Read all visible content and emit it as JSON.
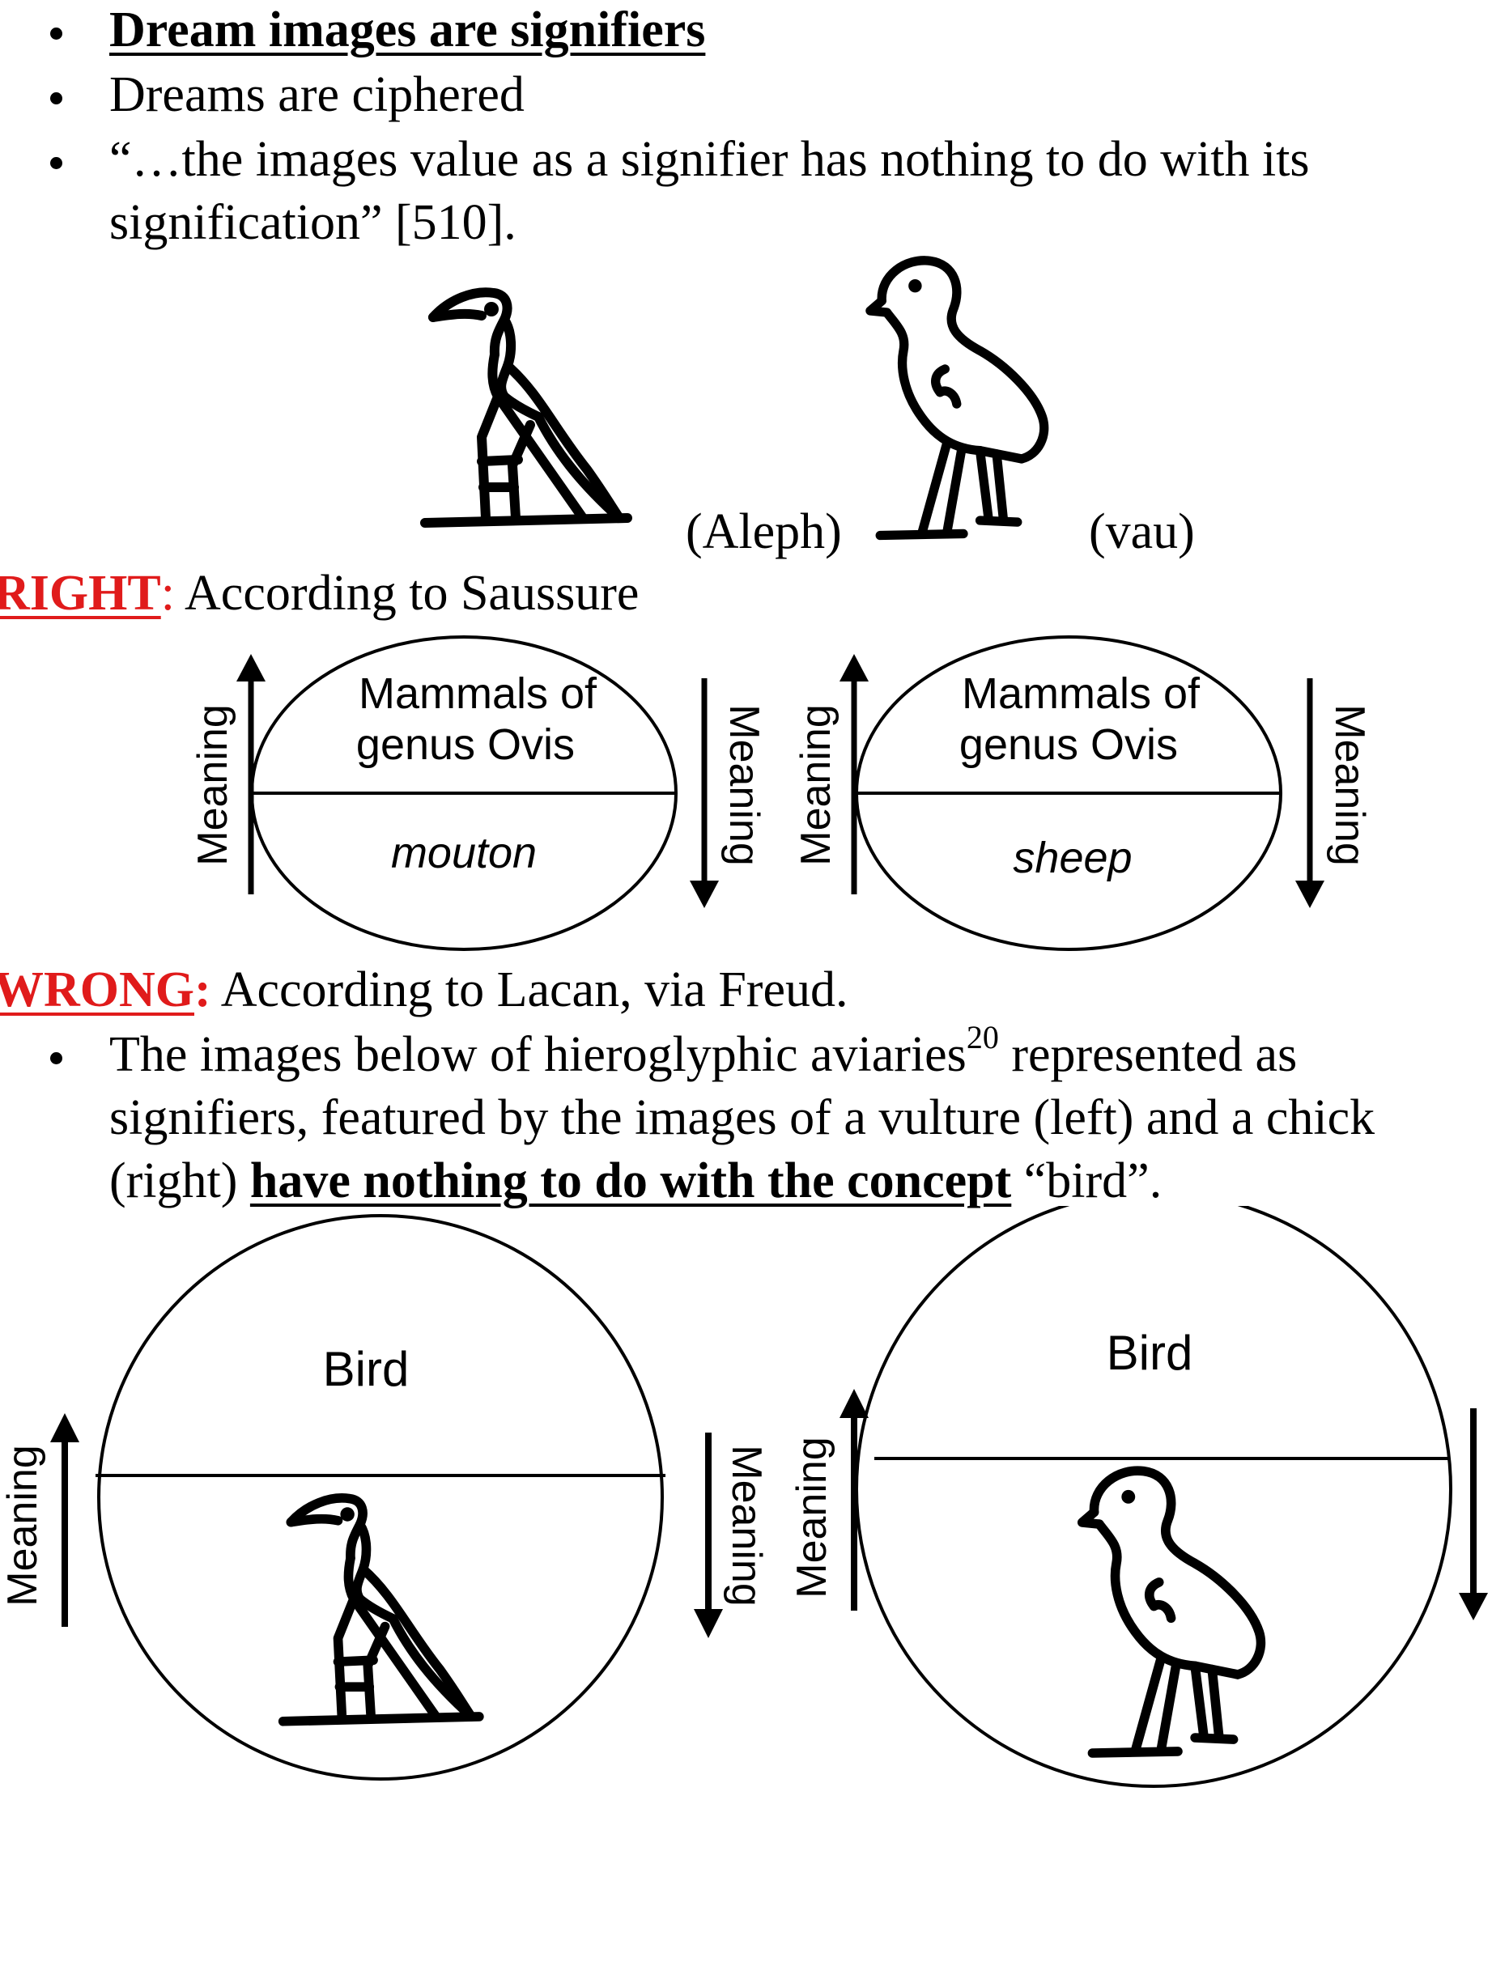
{
  "bullets_top": [
    "Dream images are signifiers",
    "Dreams are ciphered",
    "“…the images value as a signifier has nothing to do with its",
    "signification” [510]."
  ],
  "glyph_labels": {
    "aleph": "(Aleph)",
    "vau": "(vau)"
  },
  "right": {
    "label": "RIGHT",
    "colon": ":",
    "text": " According to Saussure"
  },
  "saussure": {
    "meaning": "Meaning",
    "concept_line1": "Mammals of",
    "concept_line2": "genus Ovis",
    "word_left": "mouton",
    "word_right": "sheep"
  },
  "wrong": {
    "label": "WRONG",
    "colon": ":",
    "text": " According to Lacan, via Freud."
  },
  "lacan_bullet": {
    "line1_a": "The images below of hieroglyphic aviaries",
    "sup": "20",
    "line1_b": " represented as",
    "line2": "signifiers, featured by the images of a vulture (left) and a chick",
    "line3_a": "(right) ",
    "line3_bold": "have nothing to do with the concept",
    "line3_b": " “bird”."
  },
  "lacan": {
    "concept": "Bird",
    "meaning": "Meaning"
  },
  "colors": {
    "accent_red": "#e01b1b"
  }
}
